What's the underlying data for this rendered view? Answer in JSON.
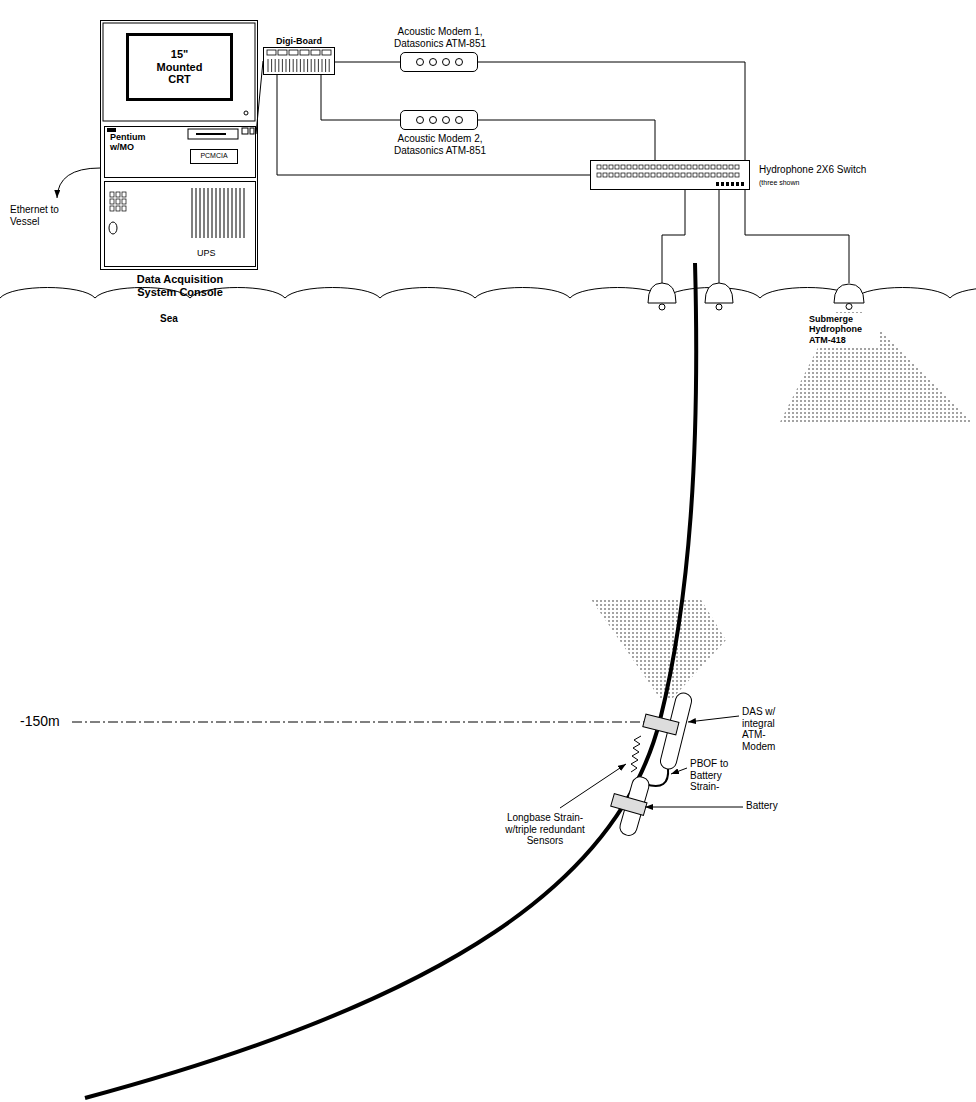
{
  "diagram": {
    "nodes": [
      {
        "text": [
          "Data Acquisition System Console"
        ]
      },
      {
        "text": [
          "15\" Mounted CRT"
        ],
        "in": 0
      },
      {
        "text": [
          "Pentium w/MO"
        ],
        "in": 0
      },
      {
        "text": [
          "PCMCIA"
        ],
        "in": 2
      },
      {
        "text": [
          "UPS"
        ],
        "in": 0
      },
      {
        "text": [
          "Digi-Board"
        ]
      },
      {
        "text": [
          "Acoustic Modem 1, Datasonics ATM-851"
        ]
      },
      {
        "text": [
          "Acoustic Modem 2, Datasonics ATM-851"
        ]
      },
      {
        "text": [
          "Hydrophone 2X6 Switch",
          "(three shown"
        ]
      },
      {
        "text": [
          "Submerge Hydrophone ATM-418"
        ]
      }
    ],
    "edges": [
      {
        "from": 2,
        "to": 5,
        "arrow": "none"
      },
      {
        "from": 5,
        "to": 6,
        "arrow": "none"
      },
      {
        "from": 5,
        "to": 7,
        "arrow": "none"
      },
      {
        "from": 5,
        "to": 8,
        "arrow": "none"
      },
      {
        "from": 6,
        "to": 8,
        "arrow": "none"
      },
      {
        "from": 7,
        "to": 8,
        "arrow": "none"
      },
      {
        "from": 8,
        "to": 9,
        "arrow": "none"
      }
    ],
    "labels": [
      "Ethernet to Vessel",
      "Sea",
      "-150m",
      "DAS w/ integral ATM- Modem",
      "Longbase Strain- w/triple redundant Sensors",
      "PBOF to Battery Strain-",
      "Battery"
    ]
  }
}
